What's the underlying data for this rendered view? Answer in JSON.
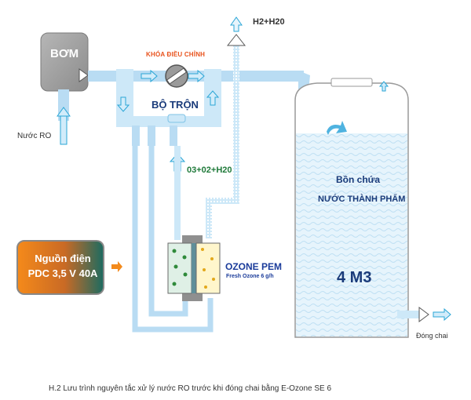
{
  "pump": {
    "label": "BƠM"
  },
  "inlet": {
    "label": "Nước RO"
  },
  "valve": {
    "label": "KHÓA ĐIỀU CHỈNH"
  },
  "mixer": {
    "label": "BỘ TRỘN"
  },
  "gas_outlet": {
    "label": "H2+H20"
  },
  "gas_feed": {
    "label": "03+02+H20"
  },
  "ozone_unit": {
    "name": "OZONE PEM",
    "subtitle": "Fresh Ozone 6 g/h"
  },
  "power_supply": {
    "line1": "Nguồn điện",
    "line2": "PDC 3,5 V 40A"
  },
  "tank": {
    "line1": "Bồn chứa",
    "line2": "NƯỚC THÀNH PHẨM",
    "volume": "4 M3"
  },
  "bottling": {
    "label": "Đóng chai"
  },
  "caption": "H.2   Lưu trình nguyên tắc xử lý nước RO trước khi đóng chai bằng E-Ozone   SE 6",
  "colors": {
    "pipe": "#b9dcf3",
    "arrow": "#2aa6d6",
    "pump": "#9a9a9a",
    "power_a": "#f38a1c",
    "power_b": "#1c6a60",
    "text_dark": "#1a3b7a"
  }
}
